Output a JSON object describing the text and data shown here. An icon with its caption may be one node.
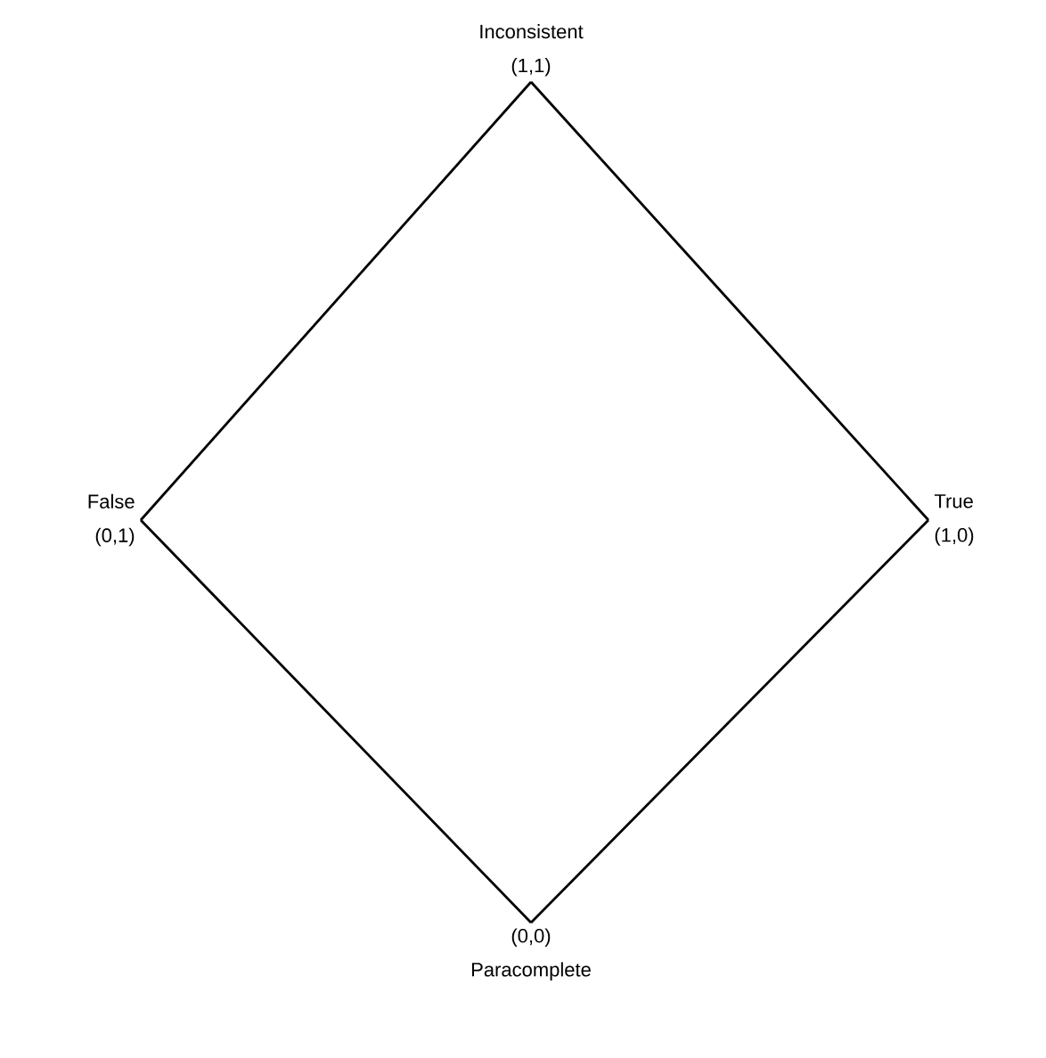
{
  "diagram": {
    "nodes": [
      {
        "text": [
          "Inconsistent",
          "(1,1)"
        ]
      },
      {
        "text": [
          "False",
          "(0,1)"
        ]
      },
      {
        "text": [
          "True",
          "(1,0)"
        ]
      },
      {
        "text": [
          "(0,0)",
          "Paracomplete"
        ]
      }
    ],
    "edges": [
      {
        "from": 0,
        "to": 1,
        "arrow": "none"
      },
      {
        "from": 0,
        "to": 2,
        "arrow": "none"
      },
      {
        "from": 1,
        "to": 3,
        "arrow": "none"
      },
      {
        "from": 2,
        "to": 3,
        "arrow": "none"
      }
    ]
  }
}
